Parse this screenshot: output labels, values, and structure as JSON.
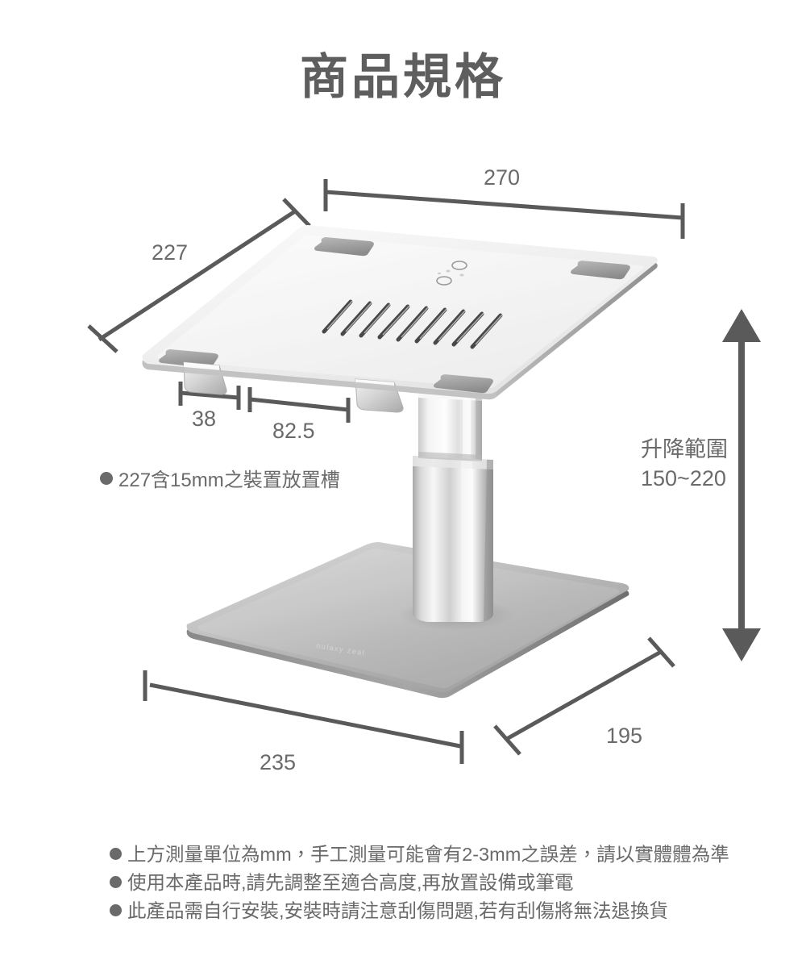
{
  "header": {
    "title": "商品規格"
  },
  "dimensions": {
    "top_plate_width": "270",
    "top_plate_depth": "227",
    "foot_lip_width": "38",
    "foot_gap_width": "82.5",
    "base_width": "235",
    "base_depth": "195",
    "height_range_label": "升降範圍",
    "height_range_value": "150~220"
  },
  "inline_note": {
    "bullet_icon": "bullet-dot-icon",
    "text": "227含15mm之裝置放置槽"
  },
  "notes": [
    {
      "bullet_icon": "bullet-dot-icon",
      "text": "上方測量單位為mm，手工測量可能會有2-3mm之誤差，請以實體體為準"
    },
    {
      "bullet_icon": "bullet-dot-icon",
      "text": "使用本產品時,請先調整至適合高度,再放置設備或筆電"
    },
    {
      "bullet_icon": "bullet-dot-icon",
      "text": "此產品需自行安裝,安裝時請注意刮傷問題,若有刮傷將無法退換貨"
    }
  ],
  "product": {
    "name": "adjustable-laptop-stand",
    "top_plate_color": "#f2f2f2",
    "pad_color": "#9a9a9a",
    "column_color": "#cfcfcf",
    "base_color": "#b9b9b9"
  },
  "style": {
    "dimension_line_color": "#5a5a5a",
    "text_color": "#6a6a6a",
    "title_color": "#5e5e5e",
    "background_color": "#ffffff"
  }
}
